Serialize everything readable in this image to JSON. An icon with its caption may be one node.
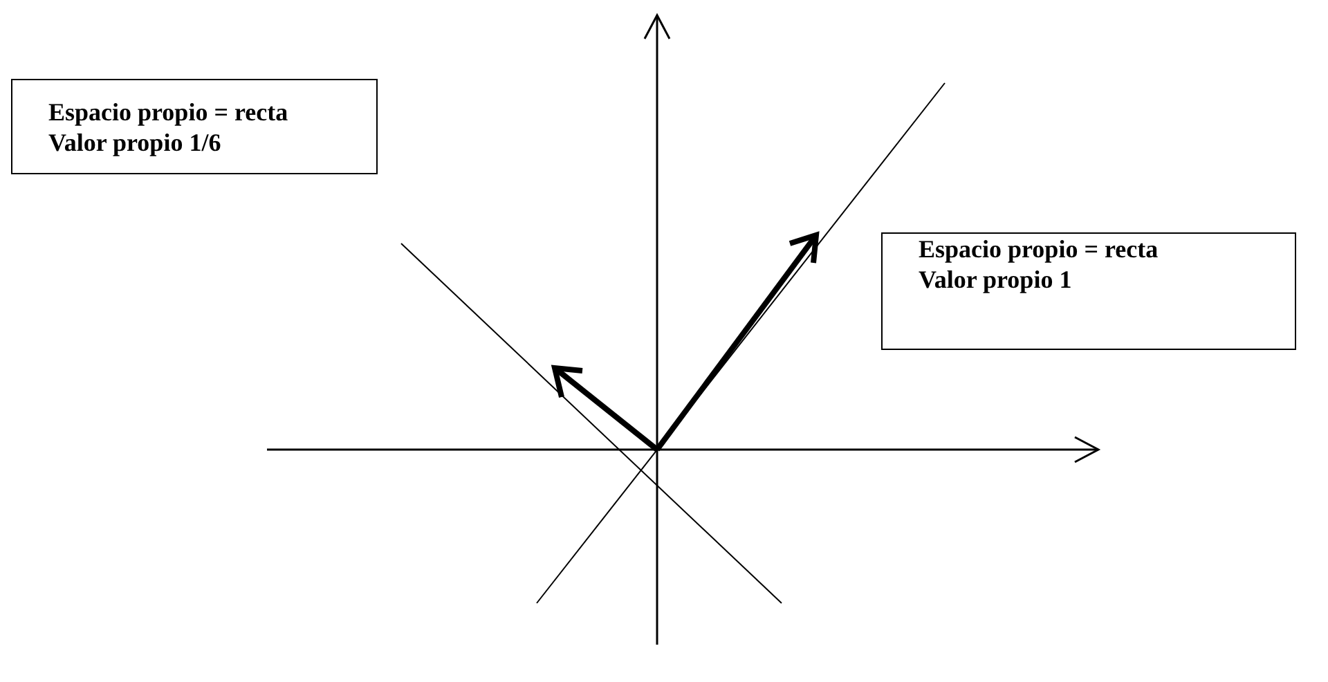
{
  "diagram": {
    "nodes": [
      {
        "text": [
          "Espacio propio = recta",
          "Valor propio 1/6"
        ]
      },
      {
        "text": [
          "Espacio propio = recta",
          "Valor propio 1"
        ]
      }
    ]
  }
}
